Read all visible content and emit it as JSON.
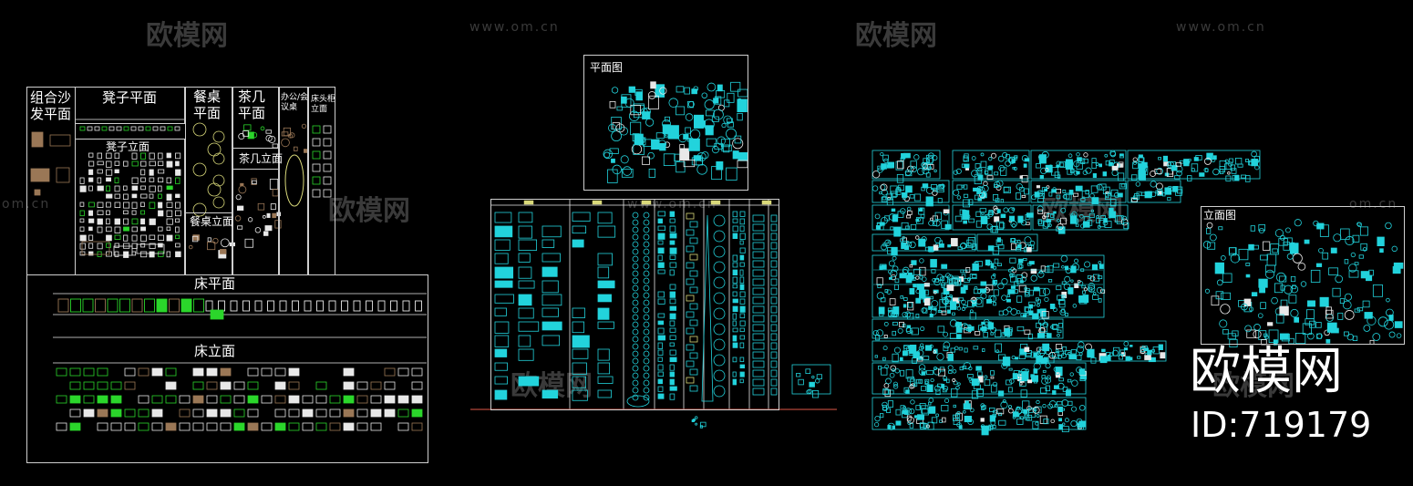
{
  "watermarks": {
    "logo_text": "欧模网",
    "url_text": "www.om.cn",
    "url_partial": "om.cn",
    "logo_color": "#6a6a6a"
  },
  "panel_left": {
    "sofa_label": "组合沙\n发平面",
    "stool_plan_label": "凳子平面",
    "stool_elev_label": "凳子立面",
    "dining_label": "餐桌\n平面",
    "teatable_label": "茶几\n平面",
    "teatable_elev_label": "茶几立面",
    "dining_elev_label": "餐桌立面",
    "office_label": "办公/会\n议桌",
    "bedside_label": "床头柜\n立面",
    "bed_plan_label": "床平面",
    "bed_elev_label": "床立面"
  },
  "panel_middle": {
    "plan_label": "平面图"
  },
  "panel_right": {
    "elev_label": "立面图"
  },
  "brand": {
    "name": "欧模网",
    "id_text": "ID:719179"
  },
  "colors": {
    "line": "#cfcfcf",
    "cyan": "#22d3dc",
    "green": "#2bd62b",
    "brown": "#9a7756",
    "yellow": "#d9d97a",
    "red": "#b4463a"
  }
}
